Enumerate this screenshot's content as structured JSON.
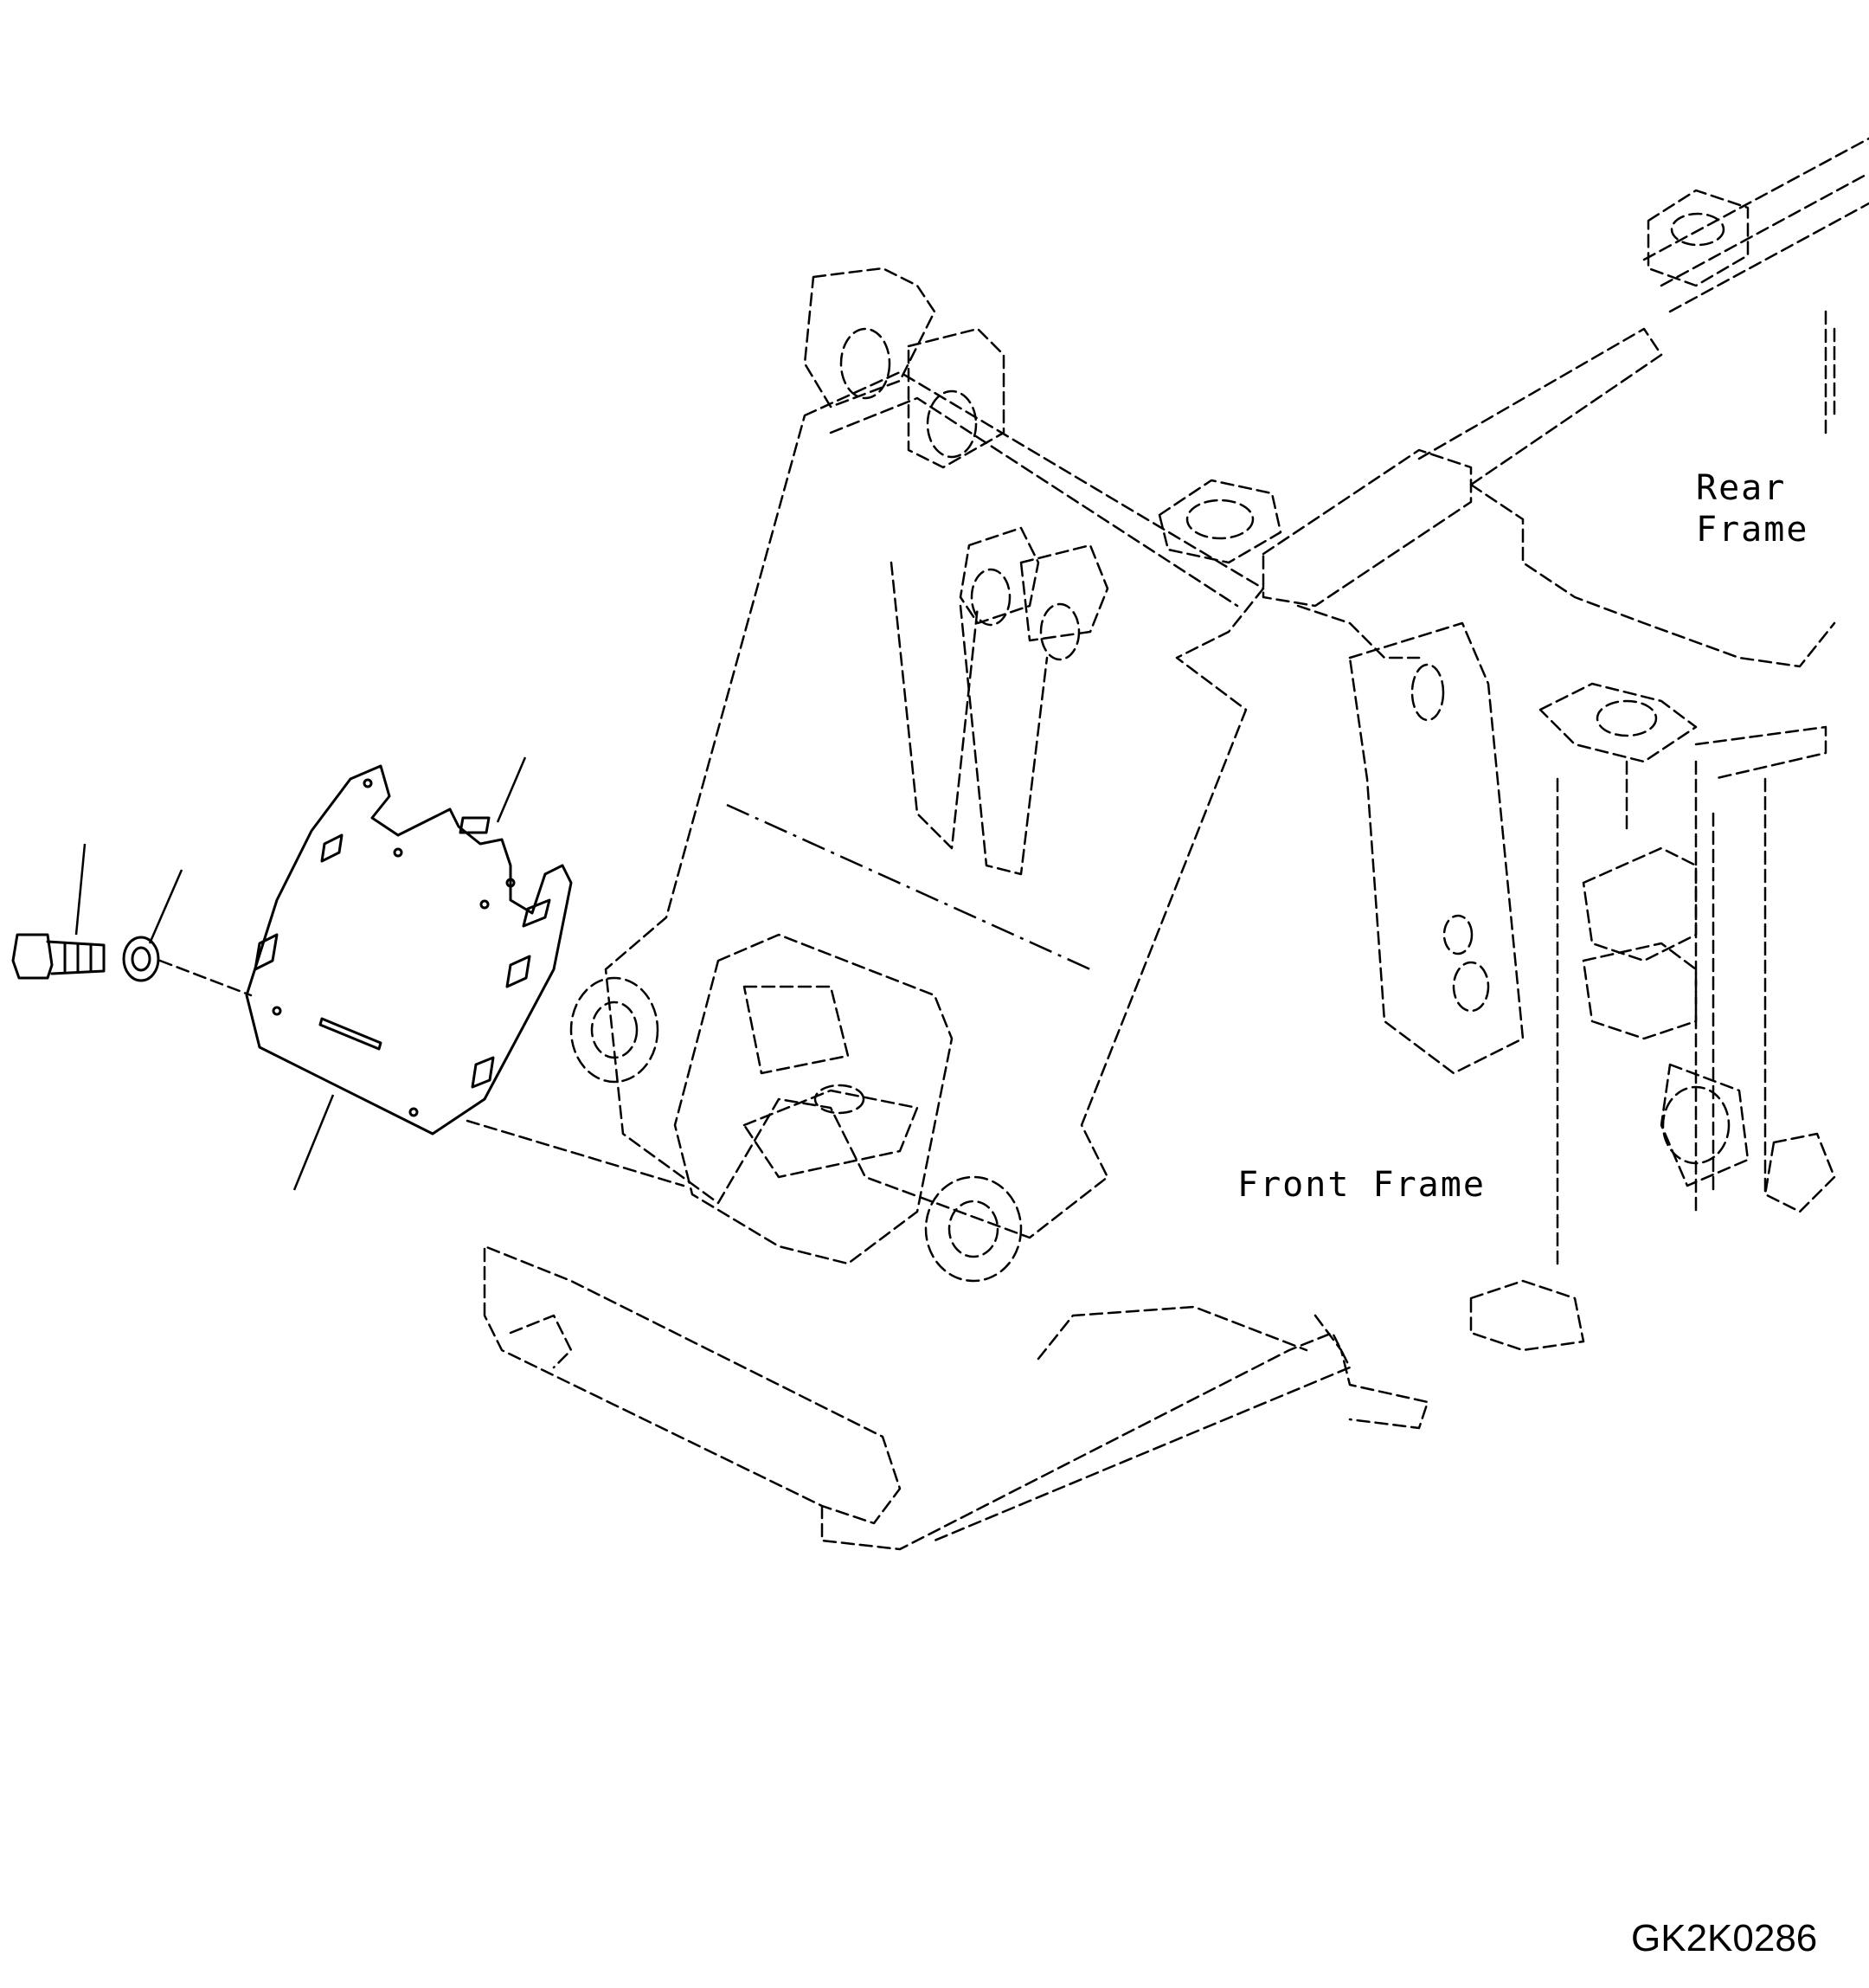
{
  "labels": {
    "rear_frame_line1": "Rear",
    "rear_frame_line2": "Frame",
    "front_frame": "Front Frame",
    "drawing_code": "GK2K0286"
  }
}
